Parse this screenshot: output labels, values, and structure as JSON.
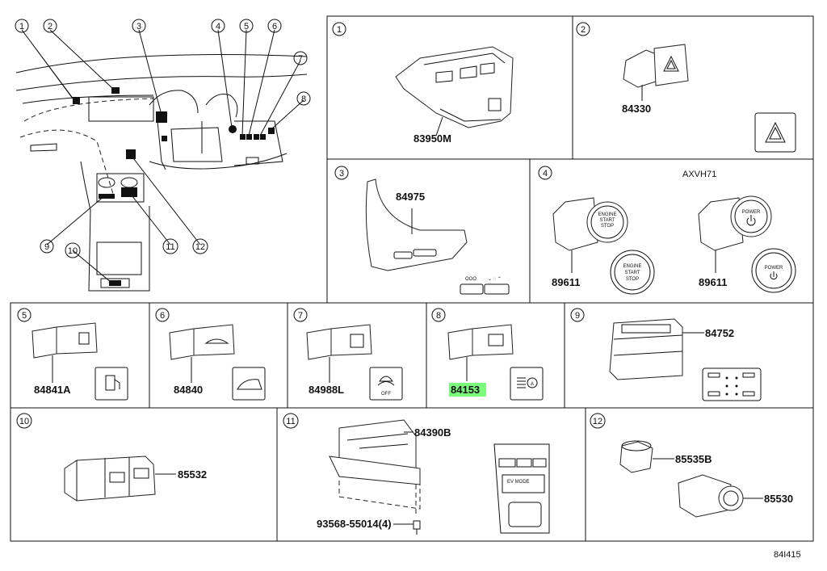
{
  "diagram_code": "84I415",
  "overview_callouts": [
    "1",
    "2",
    "3",
    "4",
    "5",
    "6",
    "7",
    "8",
    "9",
    "10",
    "11",
    "12"
  ],
  "panels": [
    {
      "num": "1",
      "parts": [
        "83950M"
      ]
    },
    {
      "num": "2",
      "parts": [
        "84330"
      ]
    },
    {
      "num": "3",
      "parts": [
        "84975"
      ]
    },
    {
      "num": "4",
      "parts": [
        "89611",
        "89611"
      ],
      "model": "AXVH71"
    },
    {
      "num": "5",
      "parts": [
        "84841A"
      ]
    },
    {
      "num": "6",
      "parts": [
        "84840"
      ]
    },
    {
      "num": "7",
      "parts": [
        "84988L"
      ]
    },
    {
      "num": "8",
      "parts": [
        "84153"
      ],
      "highlighted": "84153"
    },
    {
      "num": "9",
      "parts": [
        "84752"
      ]
    },
    {
      "num": "10",
      "parts": [
        "85532"
      ]
    },
    {
      "num": "11",
      "parts": [
        "84390B",
        "93568-55014(4)"
      ]
    },
    {
      "num": "12",
      "parts": [
        "85535B",
        "85530"
      ]
    }
  ],
  "button_text": {
    "engine": [
      "ENGINE",
      "START",
      "STOP"
    ],
    "power": [
      "POWER"
    ],
    "off": "OFF",
    "auto": "A",
    "ev_mode": "EV MODE"
  }
}
